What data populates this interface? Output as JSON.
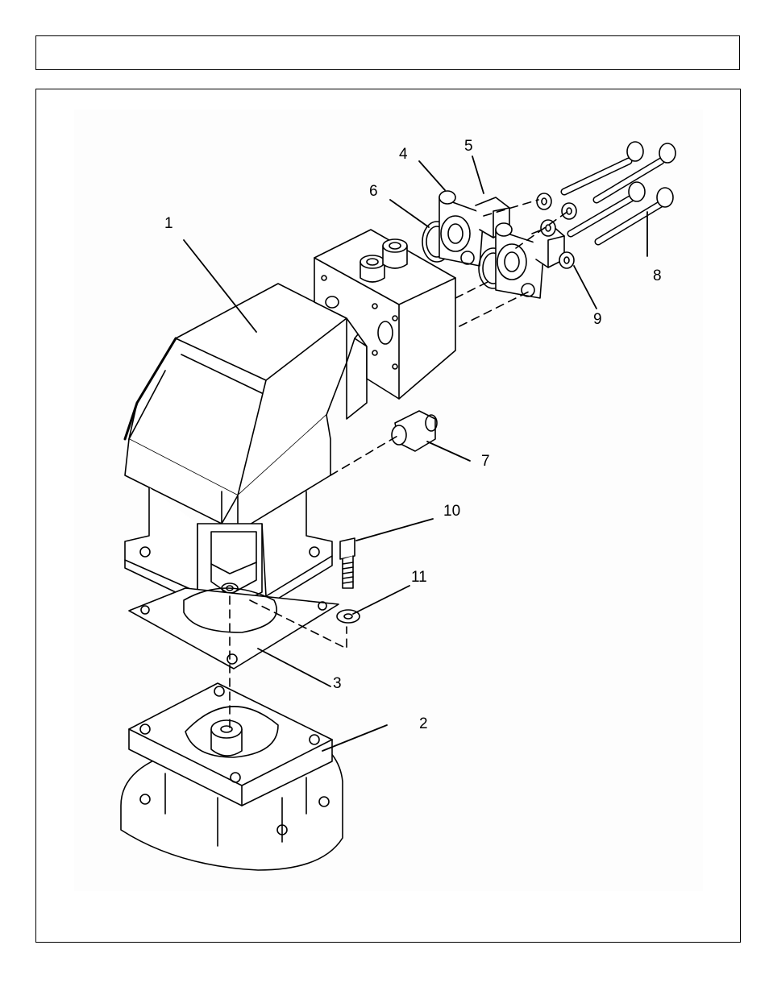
{
  "header": {
    "title": ""
  },
  "diagram": {
    "callouts": [
      {
        "id": "1",
        "label": "1"
      },
      {
        "id": "2",
        "label": "2"
      },
      {
        "id": "3",
        "label": "3"
      },
      {
        "id": "4",
        "label": "4"
      },
      {
        "id": "5",
        "label": "5"
      },
      {
        "id": "6",
        "label": "6"
      },
      {
        "id": "7",
        "label": "7"
      },
      {
        "id": "8",
        "label": "8"
      },
      {
        "id": "9",
        "label": "9"
      },
      {
        "id": "10",
        "label": "10"
      },
      {
        "id": "11",
        "label": "11"
      }
    ]
  }
}
